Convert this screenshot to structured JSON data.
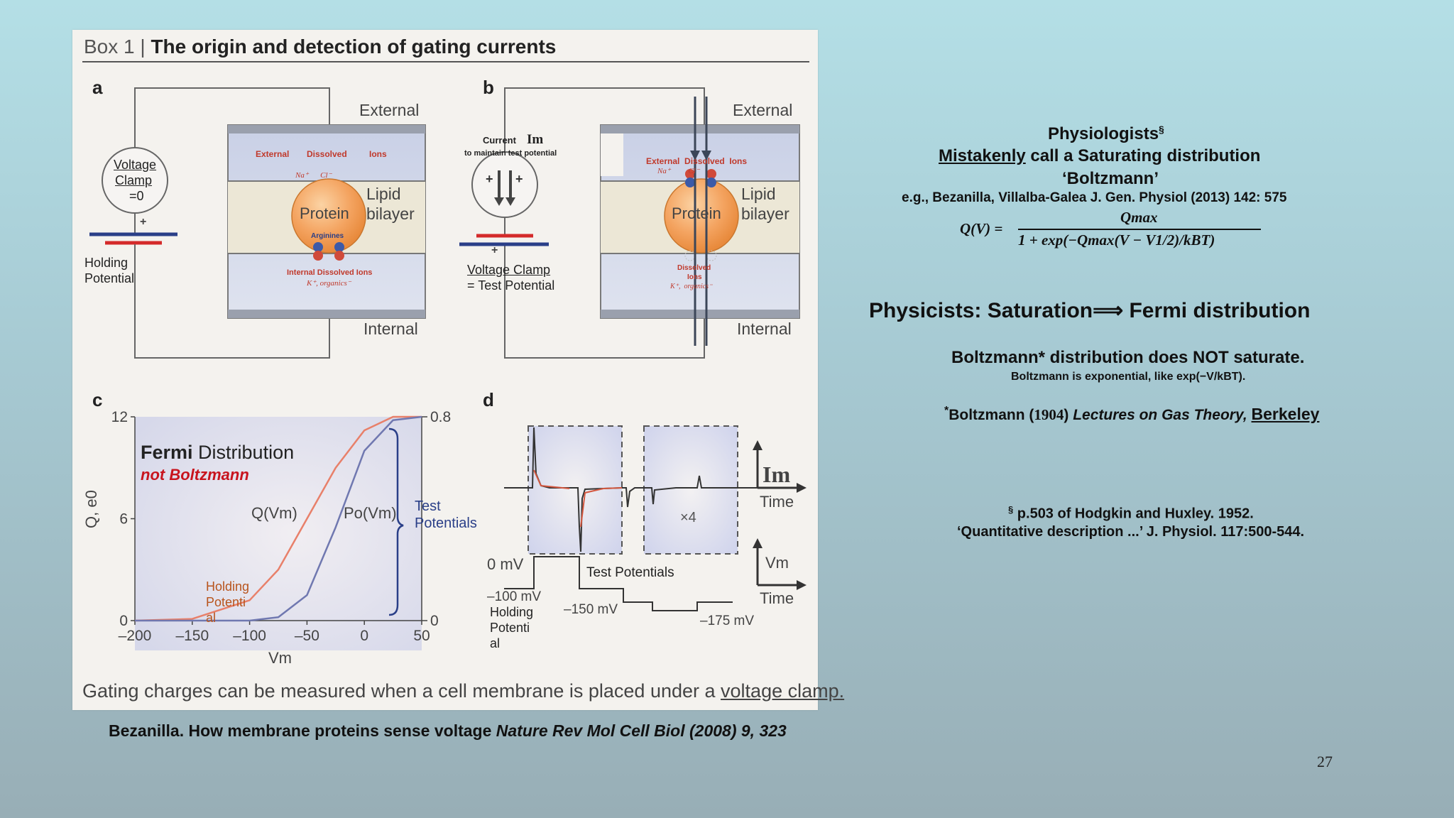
{
  "figure": {
    "box_number": "Box 1 |",
    "box_title": "The origin and detection of gating currents",
    "caption_prefix": "Gating charges can be measured when a cell membrane is placed under a",
    "caption_link": "voltage clamp.",
    "panel_a": {
      "letter": "a",
      "external": "External",
      "internal": "Internal",
      "voltage": "Voltage",
      "clamp": "Clamp",
      "clamp_value": "=0",
      "plus": "+",
      "holding": "Holding",
      "potential": "Potential",
      "ext_ions": [
        "External",
        "Dissolved",
        "Ions"
      ],
      "ext_ion_symbols": "Na⁺      Cl⁻",
      "protein": "Protein",
      "lipid": "Lipid",
      "bilayer": "bilayer",
      "arginines": "Arginines",
      "int_ions": "Internal Dissolved Ions",
      "int_ion_symbols": "K⁺, organics⁻"
    },
    "panel_b": {
      "letter": "b",
      "external": "External",
      "internal": "Internal",
      "current": "Current",
      "current_symbol": "Im",
      "current_note": "to maintain test potential",
      "plus_left": "+",
      "plus_right": "+",
      "plus_bottom": "+",
      "clamp_label": "Voltage Clamp",
      "clamp_value": "= Test Potential",
      "ext_ions": "External  Dissolved  Ions",
      "ext_ion_symbols": "Na⁺         Cl⁻",
      "protein": "Protein",
      "lipid": "Lipid",
      "bilayer": "bilayer",
      "int_ions_1": "Dissolved",
      "int_ions_2": "Ions",
      "int_ion_symbols": "K⁺,  organics⁻"
    },
    "panel_c": {
      "letter": "c",
      "fermi_bold": "Fermi",
      "fermi_rest": "Distribution",
      "not_boltzmann": "not Boltzmann",
      "q_label": "Q(Vm)",
      "p_label": "Po(Vm)",
      "test": "Test",
      "potentials": "Potentials",
      "holding_1": "Holding",
      "holding_2": "Potenti",
      "holding_3": "al",
      "y_left_title": "Q, e0",
      "x_title": "Vm"
    },
    "panel_d": {
      "letter": "d",
      "times_four": "×4",
      "im_label": "Im",
      "time_1": "Time",
      "vm_label": "Vm",
      "time_2": "Time",
      "zero_mv": "0 mV",
      "test_potentials": "Test Potentials",
      "m100": "–100 mV",
      "m150": "–150 mV",
      "m175": "–175 mV",
      "holding_1": "Holding",
      "holding_2": "Potenti",
      "holding_3": "al"
    }
  },
  "chart_data": {
    "type": "line",
    "x": [
      -200,
      -150,
      -100,
      -75,
      -50,
      -25,
      0,
      25,
      50
    ],
    "xlabel": "Vm",
    "ylabel": "Q, e0",
    "y2label": "",
    "xlim": [
      -200,
      50
    ],
    "ylim": [
      0,
      12
    ],
    "y2lim": [
      0,
      0.8
    ],
    "x_ticks": [
      "–200",
      "–150",
      "–100",
      "–50",
      "0",
      "50"
    ],
    "y_ticks": [
      "0",
      "6",
      "12"
    ],
    "y2_ticks": [
      "0",
      "0.8"
    ],
    "series": [
      {
        "name": "Q(Vm)",
        "color": "#e8806a",
        "values": [
          0,
          0.1,
          1.2,
          3,
          6,
          9,
          11.2,
          12,
          12
        ]
      },
      {
        "name": "Po(Vm)",
        "color": "#7078b0",
        "values": [
          0,
          0,
          0,
          0.2,
          1.5,
          5.5,
          10,
          11.8,
          12
        ]
      }
    ]
  },
  "right": {
    "physiologists": "Physiologists",
    "physiologists_mark": "§",
    "mistakenly": "Mistakenly",
    "saturating": " call a Saturating distribution",
    "boltzmann_quote": "‘Boltzmann’",
    "eg": "e.g., Bezanilla, Villalba-Galea  J. Gen. Physiol (2013) 142: 575",
    "eq_lhs": "Q(V) =",
    "eq_num": "Qmax",
    "eq_den": "1 + exp(−Qmax(V − V1/2)/kBT)",
    "physicists": "Physicists: Saturation",
    "arrow": "⟹",
    "fermi": " Fermi distribution",
    "not_saturate": "Boltzmann* distribution does NOT saturate.",
    "exponential": "Boltzmann is exponential, like exp(−V/kBT).",
    "footnote_star": "*",
    "footnote_1": "Boltzmann (",
    "footnote_year": "1904",
    "footnote_2": ") ",
    "footnote_lectures": "Lectures on Gas Theory,",
    "footnote_berkeley": "Berkeley",
    "hh_mark": "§",
    "hh_1": " p.503 of Hodgkin and Huxley. 1952.",
    "hh_2": "‘Quantitative description ...’ J. Physiol. 117:500-544."
  },
  "citation": {
    "author": "Bezanilla. How membrane proteins sense voltage ",
    "journal": "Nature Rev Mol Cell Biol (2008) 9, 323"
  },
  "page_number": "27"
}
